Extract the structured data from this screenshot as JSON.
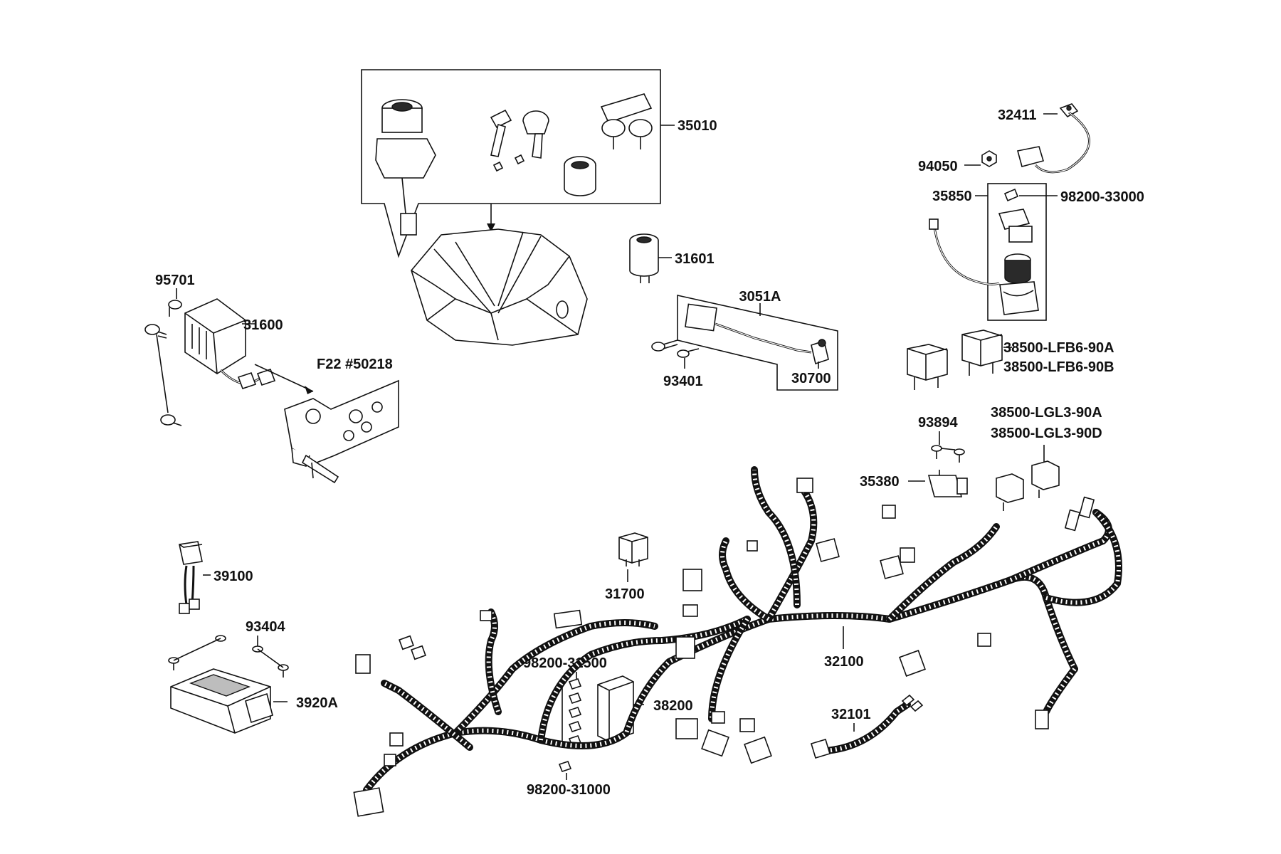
{
  "callouts": {
    "p35010": "35010",
    "p32411": "32411",
    "p94050": "94050",
    "p35850": "35850",
    "p98200_33000": "98200-33000",
    "p31601": "31601",
    "p3051A": "3051A",
    "p93401": "93401",
    "p30700": "30700",
    "p95701": "95701",
    "p31600": "31600",
    "pF22": "F22  #50218",
    "p38500_LFB6_90A": "38500-LFB6-90A",
    "p38500_LFB6_90B": "38500-LFB6-90B",
    "p93894": "93894",
    "p38500_LGL3_90A": "38500-LGL3-90A",
    "p38500_LGL3_90D": "38500-LGL3-90D",
    "p35380": "35380",
    "p39100": "39100",
    "p31700": "31700",
    "p93404": "93404",
    "p98200_31500": "98200-31500",
    "p3920A": "3920A",
    "p38200": "38200",
    "p32100": "32100",
    "p32101": "32101",
    "p98200_31000": "98200-31000"
  }
}
